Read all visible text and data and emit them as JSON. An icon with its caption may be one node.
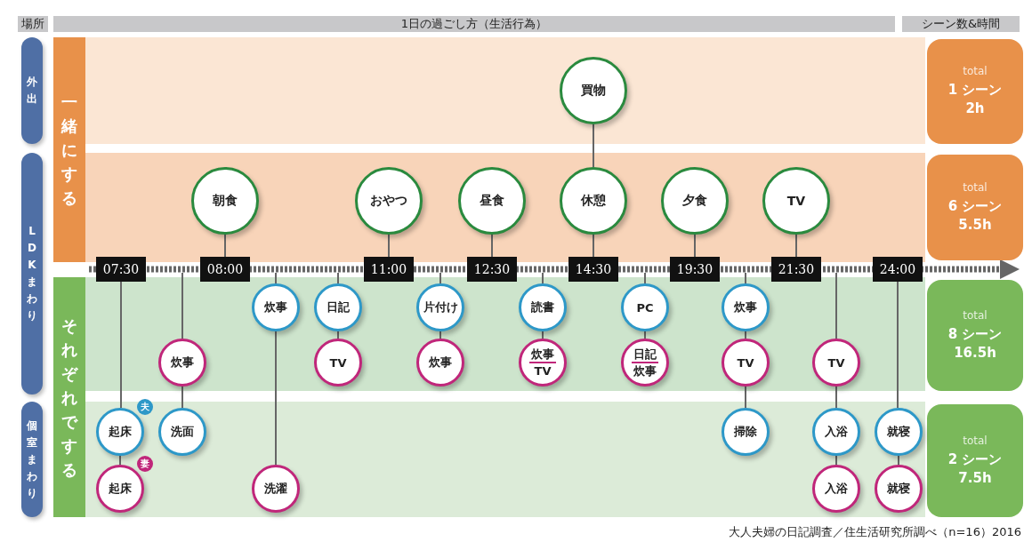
{
  "diagram": {
    "caption": "大人夫婦の日記調査／住生活研究所調べ（n=16）2016",
    "nodes": [
      {
        "text": [
          "場所"
        ]
      },
      {
        "text": [
          "1日の過ごし方（生活行為）"
        ]
      },
      {
        "text": [
          "シーン数&時間"
        ]
      },
      {
        "text": [
          "外出"
        ]
      },
      {
        "text": [
          "LDKまわり"
        ]
      },
      {
        "text": [
          "個室まわり"
        ]
      },
      {
        "text": [
          "一緒にする"
        ]
      },
      {
        "text": [
          "それぞれでする"
        ]
      },
      {
        "text": [
          "total",
          "1 シーン",
          "2h"
        ]
      },
      {
        "text": [
          "total",
          "6 シーン",
          "5.5h"
        ]
      },
      {
        "text": [
          "total",
          "8 シーン",
          "16.5h"
        ]
      },
      {
        "text": [
          "total",
          "2 シーン",
          "7.5h"
        ]
      },
      {
        "text": [
          "買物"
        ]
      },
      {
        "text": [
          "朝食"
        ]
      },
      {
        "text": [
          "おやつ"
        ]
      },
      {
        "text": [
          "昼食"
        ]
      },
      {
        "text": [
          "休憩"
        ]
      },
      {
        "text": [
          "夕食"
        ]
      },
      {
        "text": [
          "TV"
        ]
      },
      {
        "text": [
          "07:30"
        ]
      },
      {
        "text": [
          "08:00"
        ]
      },
      {
        "text": [
          "11:00"
        ]
      },
      {
        "text": [
          "12:30"
        ]
      },
      {
        "text": [
          "14:30"
        ]
      },
      {
        "text": [
          "19:30"
        ]
      },
      {
        "text": [
          "21:30"
        ]
      },
      {
        "text": [
          "24:00"
        ]
      },
      {
        "text": [
          "炊事"
        ]
      },
      {
        "text": [
          "日記"
        ]
      },
      {
        "text": [
          "片付け"
        ]
      },
      {
        "text": [
          "読書"
        ]
      },
      {
        "text": [
          "PC"
        ]
      },
      {
        "text": [
          "炊事"
        ]
      },
      {
        "text": [
          "炊事"
        ]
      },
      {
        "text": [
          "TV"
        ]
      },
      {
        "text": [
          "炊事"
        ]
      },
      {
        "text": [
          "炊事",
          "TV"
        ]
      },
      {
        "text": [
          "日記",
          "炊事"
        ]
      },
      {
        "text": [
          "TV"
        ]
      },
      {
        "text": [
          "TV"
        ]
      },
      {
        "text": [
          "起床"
        ],
        "beside": [
          "夫"
        ]
      },
      {
        "text": [
          "洗面"
        ]
      },
      {
        "text": [
          "掃除"
        ]
      },
      {
        "text": [
          "入浴"
        ]
      },
      {
        "text": [
          "就寝"
        ]
      },
      {
        "text": [
          "起床"
        ],
        "beside": [
          "妻"
        ]
      },
      {
        "text": [
          "洗濯"
        ]
      },
      {
        "text": [
          "入浴"
        ]
      },
      {
        "text": [
          "就寝"
        ]
      },
      {
        "text": [],
        "shape": "bar"
      }
    ],
    "edges": [
      {
        "from": 20,
        "to": 13,
        "arrow": "none"
      },
      {
        "from": 21,
        "to": 14,
        "arrow": "none"
      },
      {
        "from": 22,
        "to": 15,
        "arrow": "none"
      },
      {
        "from": 23,
        "to": 16,
        "arrow": "none"
      },
      {
        "from": 16,
        "to": 12,
        "arrow": "none"
      },
      {
        "from": 24,
        "to": 17,
        "arrow": "none"
      },
      {
        "from": 25,
        "to": 18,
        "arrow": "none"
      },
      {
        "from": 19,
        "to": 40,
        "arrow": "none"
      },
      {
        "from": 40,
        "to": 45,
        "arrow": "none"
      },
      {
        "from": 49,
        "to": 33,
        "arrow": "none"
      },
      {
        "from": 33,
        "to": 41,
        "arrow": "none"
      },
      {
        "from": 49,
        "to": 27,
        "arrow": "none"
      },
      {
        "from": 27,
        "to": 46,
        "arrow": "none"
      },
      {
        "from": 49,
        "to": 28,
        "arrow": "none"
      },
      {
        "from": 28,
        "to": 34,
        "arrow": "none"
      },
      {
        "from": 49,
        "to": 29,
        "arrow": "none"
      },
      {
        "from": 29,
        "to": 35,
        "arrow": "none"
      },
      {
        "from": 49,
        "to": 30,
        "arrow": "none"
      },
      {
        "from": 30,
        "to": 36,
        "arrow": "none"
      },
      {
        "from": 49,
        "to": 31,
        "arrow": "none"
      },
      {
        "from": 31,
        "to": 37,
        "arrow": "none"
      },
      {
        "from": 49,
        "to": 32,
        "arrow": "none"
      },
      {
        "from": 32,
        "to": 38,
        "arrow": "none"
      },
      {
        "from": 38,
        "to": 42,
        "arrow": "none"
      },
      {
        "from": 49,
        "to": 39,
        "arrow": "none"
      },
      {
        "from": 39,
        "to": 43,
        "arrow": "none"
      },
      {
        "from": 43,
        "to": 47,
        "arrow": "none"
      },
      {
        "from": 26,
        "to": 44,
        "arrow": "none"
      },
      {
        "from": 44,
        "to": 48,
        "arrow": "none"
      }
    ]
  }
}
